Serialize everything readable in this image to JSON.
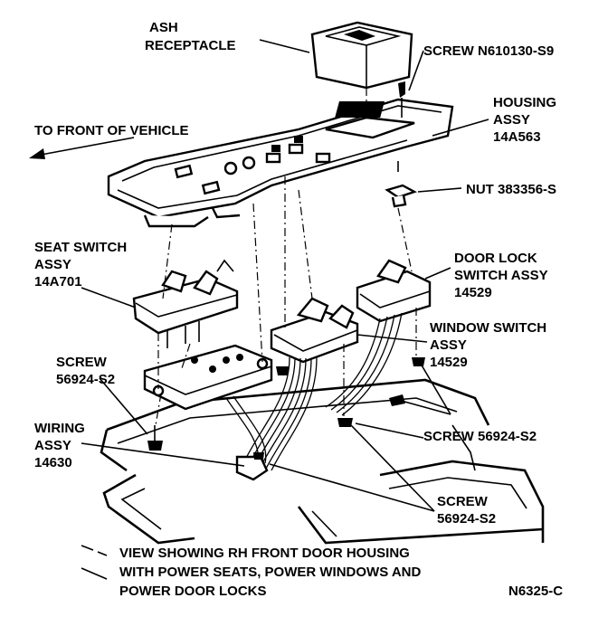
{
  "labels": {
    "ash_1": "ASH",
    "ash_2": "RECEPTACLE",
    "screw_top": "SCREW N610130-S9",
    "housing_1": "HOUSING",
    "housing_2": "ASSY",
    "housing_3": "14A563",
    "front": "TO FRONT OF VEHICLE",
    "nut": "NUT 383356-S",
    "seat_1": "SEAT SWITCH",
    "seat_2": "ASSY",
    "seat_3": "14A701",
    "door_1": "DOOR LOCK",
    "door_2": "SWITCH ASSY",
    "door_3": "14529",
    "window_1": "WINDOW SWITCH",
    "window_2": "ASSY",
    "window_3": "14529",
    "screw_left_1": "SCREW",
    "screw_left_2": "56924-S2",
    "wiring_1": "WIRING",
    "wiring_2": "ASSY",
    "wiring_3": "14630",
    "screw_right": "SCREW 56924-S2",
    "screw_bottom_1": "SCREW",
    "screw_bottom_2": "56924-S2"
  },
  "caption": {
    "line1": "VIEW SHOWING RH FRONT DOOR HOUSING",
    "line2": "WITH POWER SEATS, POWER WINDOWS AND",
    "line3": "POWER DOOR LOCKS",
    "code": "N6325-C"
  }
}
